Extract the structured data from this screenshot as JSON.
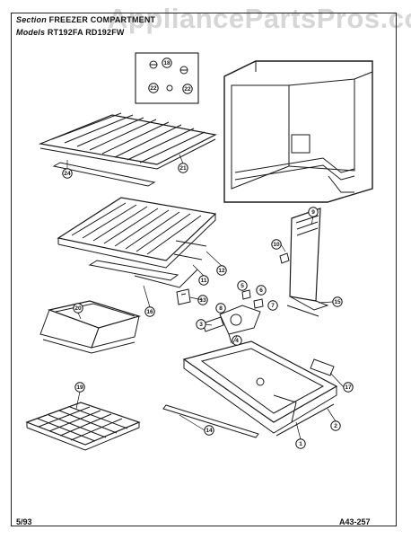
{
  "header": {
    "section_label": "Section",
    "section_value": "FREEZER COMPARTMENT",
    "models_label": "Models",
    "models_value": "RT192FA  RD192FW"
  },
  "watermark": "AppliancePartsPros.com",
  "footer": {
    "date": "5/93",
    "code": "A43-257"
  },
  "callouts": [
    {
      "id": "c18",
      "num": "18"
    },
    {
      "id": "c22a",
      "num": "22"
    },
    {
      "id": "c22b",
      "num": "22"
    },
    {
      "id": "c24",
      "num": "24"
    },
    {
      "id": "c21",
      "num": "21"
    },
    {
      "id": "c12",
      "num": "12"
    },
    {
      "id": "c11",
      "num": "11"
    },
    {
      "id": "c16",
      "num": "16"
    },
    {
      "id": "c13",
      "num": "13"
    },
    {
      "id": "c9",
      "num": "9"
    },
    {
      "id": "c10",
      "num": "10"
    },
    {
      "id": "c15",
      "num": "15"
    },
    {
      "id": "c5",
      "num": "5"
    },
    {
      "id": "c6",
      "num": "6"
    },
    {
      "id": "c8",
      "num": "8"
    },
    {
      "id": "c7",
      "num": "7"
    },
    {
      "id": "c3",
      "num": "3"
    },
    {
      "id": "c4",
      "num": "4"
    },
    {
      "id": "c20",
      "num": "20"
    },
    {
      "id": "c19",
      "num": "19"
    },
    {
      "id": "c14",
      "num": "14"
    },
    {
      "id": "c1",
      "num": "1"
    },
    {
      "id": "c2",
      "num": "2"
    },
    {
      "id": "c17",
      "num": "17"
    }
  ]
}
